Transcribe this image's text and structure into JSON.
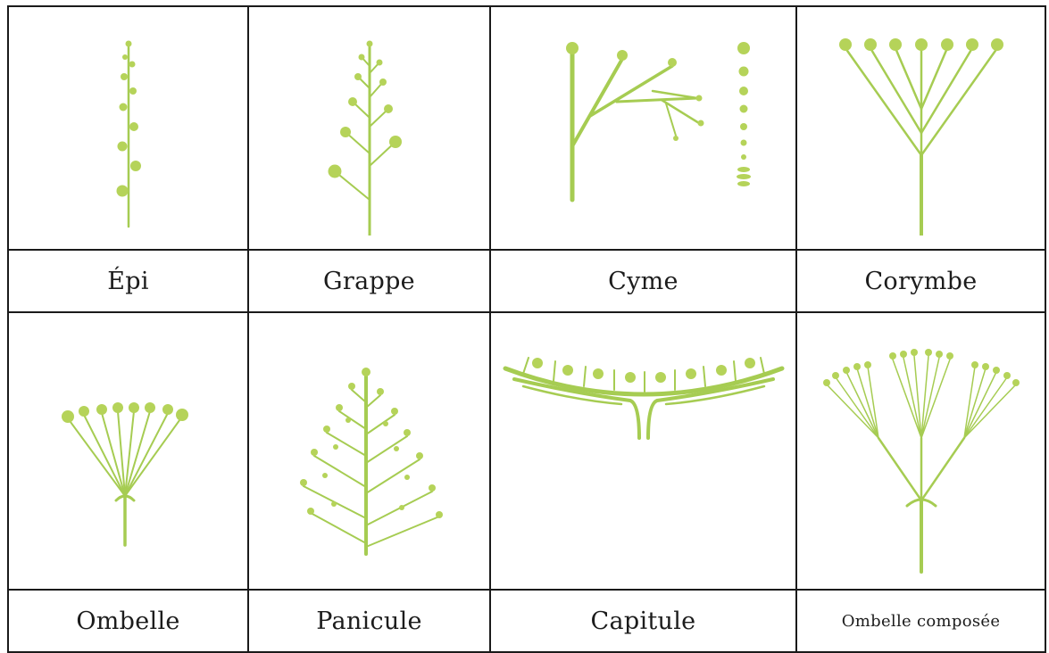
{
  "inflorescences": [
    {
      "id": "epi",
      "label": "Épi",
      "icon": "spike-inflorescence-icon"
    },
    {
      "id": "grappe",
      "label": "Grappe",
      "icon": "raceme-inflorescence-icon"
    },
    {
      "id": "cyme",
      "label": "Cyme",
      "icon": "cyme-inflorescence-icon"
    },
    {
      "id": "corymbe",
      "label": "Corymbe",
      "icon": "corymb-inflorescence-icon"
    },
    {
      "id": "ombelle",
      "label": "Ombelle",
      "icon": "umbel-inflorescence-icon"
    },
    {
      "id": "panicule",
      "label": "Panicule",
      "icon": "panicle-inflorescence-icon"
    },
    {
      "id": "capitule",
      "label": "Capitule",
      "icon": "capitulum-inflorescence-icon"
    },
    {
      "id": "ombelle-composee",
      "label": "Ombelle composée",
      "icon": "compound-umbel-inflorescence-icon"
    }
  ],
  "colors": {
    "stem": "#a6cc52",
    "flower": "#b5d359",
    "border": "#1a1a1a"
  }
}
